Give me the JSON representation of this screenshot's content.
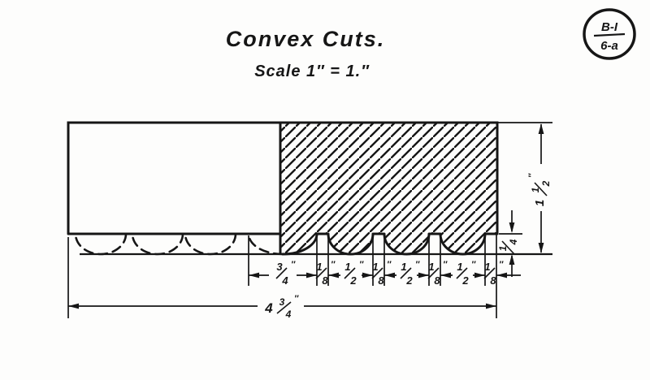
{
  "colors": {
    "ink": "#161616",
    "paper": "#fdfdfc"
  },
  "header": {
    "title": "Convex Cuts.",
    "scale_note": "Scale 1″ = 1.″"
  },
  "badge": {
    "top": "B-I",
    "bottom": "6-a"
  },
  "dimensions": {
    "unit_mark": "″",
    "overall_width": {
      "whole": "4",
      "num": "3",
      "den": "4"
    },
    "overall_height": {
      "whole": "1",
      "num": "1",
      "den": "2"
    },
    "cut_depth": {
      "num": "1",
      "den": "4"
    },
    "segments": [
      {
        "num": "3",
        "den": "4"
      },
      {
        "num": "1",
        "den": "8"
      },
      {
        "num": "1",
        "den": "2"
      },
      {
        "num": "1",
        "den": "8"
      },
      {
        "num": "1",
        "den": "2"
      },
      {
        "num": "1",
        "den": "8"
      },
      {
        "num": "1",
        "den": "2"
      },
      {
        "num": "1",
        "den": "8"
      }
    ]
  }
}
